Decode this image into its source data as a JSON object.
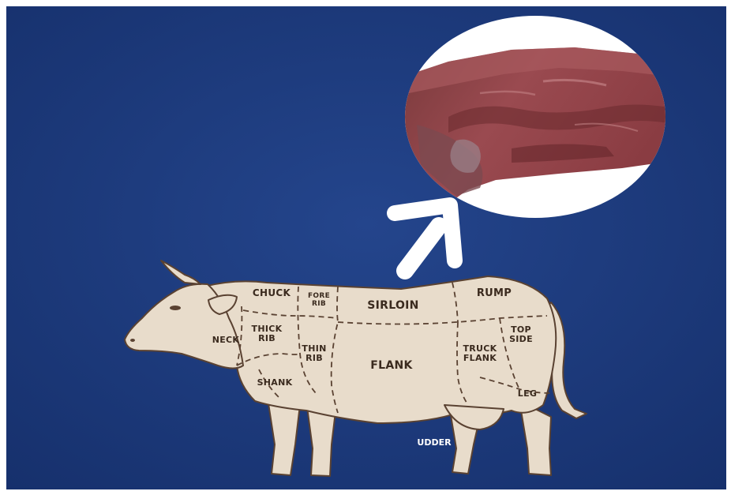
{
  "colors": {
    "background": "#1c3a7f",
    "body": "#e8dccb",
    "outline": "#5a4232",
    "meat_dark": "#6a2a2c",
    "meat_mid": "#94444a",
    "arrow": "#ffffff"
  },
  "diagram": {
    "cuts": {
      "chuck": "CHUCK",
      "fore_rib_1": "FORE",
      "fore_rib_2": "RIB",
      "sirloin": "SIRLOIN",
      "rump": "RUMP",
      "neck": "NECK",
      "thick_rib_1": "THICK",
      "thick_rib_2": "RIB",
      "thin_rib_1": "THIN",
      "thin_rib_2": "RIB",
      "flank": "FLANK",
      "truck_flank_1": "TRUCK",
      "truck_flank_2": "FLANK",
      "top_side_1": "TOP",
      "top_side_2": "SIDE",
      "shank": "SHANK",
      "leg": "LEG",
      "udder": "UDDER"
    },
    "arrow_icon": "arrow-up-right-icon",
    "inset_image": "raw-beef-closeup"
  }
}
